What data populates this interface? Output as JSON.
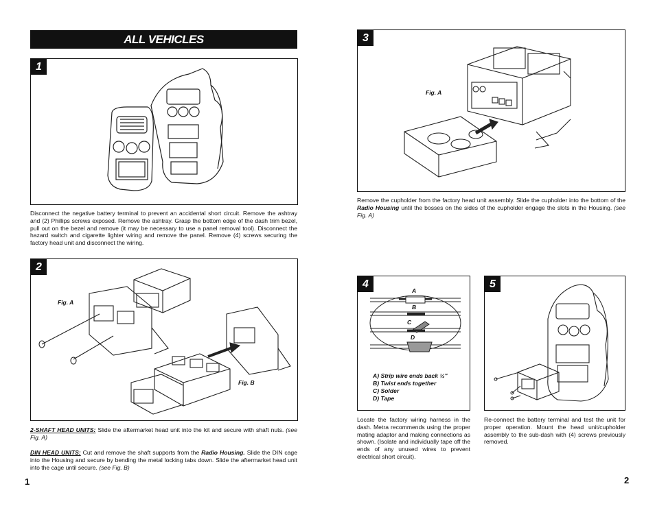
{
  "header": {
    "title": "ALL VEHICLES"
  },
  "steps": {
    "s1": {
      "num": "1",
      "text": "Disconnect the negative battery terminal to prevent an accidental short circuit.  Remove the ashtray and (2) Phillips screws exposed.  Remove the ashtray.  Grasp the bottom edge of the dash trim bezel, pull out on the bezel and remove (it may be necessary to use a panel removal tool).  Disconnect the hazard switch and cigarette lighter wiring and remove the panel.  Remove (4) screws securing the factory head unit and disconnect the wiring."
    },
    "s2": {
      "num": "2",
      "fig_a": "Fig. A",
      "fig_b": "Fig. B",
      "shaft_title": "2-SHAFT HEAD UNITS:",
      "shaft_text": "  Slide the aftermarket head unit into the kit and secure with shaft nuts.",
      "shaft_ref": "(see Fig. A)",
      "din_title": "DIN HEAD UNITS:",
      "din_text1": "  Cut and remove the shaft supports from the ",
      "din_bold": "Radio Housing.",
      "din_text2": "  Slide the DIN cage into the Housing and secure by bending the metal locking tabs down.  Slide the aftermarket head unit into the cage until secure.",
      "din_ref": "(see Fig. B)"
    },
    "s3": {
      "num": "3",
      "fig_a": "Fig. A",
      "text1": "Remove the cupholder from the factory head unit assembly.  Slide the cupholder into the bottom of the ",
      "bold": "Radio Housing",
      "text2": " until the bosses on the sides of the cupholder engage the slots in the Housing.",
      "ref": "(see Fig. A)"
    },
    "s4": {
      "num": "4",
      "labels": [
        "A",
        "B",
        "C",
        "D"
      ],
      "legend": [
        "A) Strip wire ends back ½\"",
        "B) Twist ends together",
        "C) Solder",
        "D) Tape"
      ],
      "text": "Locate the factory wiring harness in the dash.  Metra recommends using the proper mating adaptor and making connections as shown.  (Isolate and individually tape off the ends of any unused wires to prevent electrical short circuit)."
    },
    "s5": {
      "num": "5",
      "text": "Re-connect the battery terminal and test the unit for proper operation.  Mount the head unit/cupholder assembly to the sub-dash with (4) screws previously removed."
    }
  },
  "footer": {
    "page_left": "1",
    "page_right": "2"
  }
}
